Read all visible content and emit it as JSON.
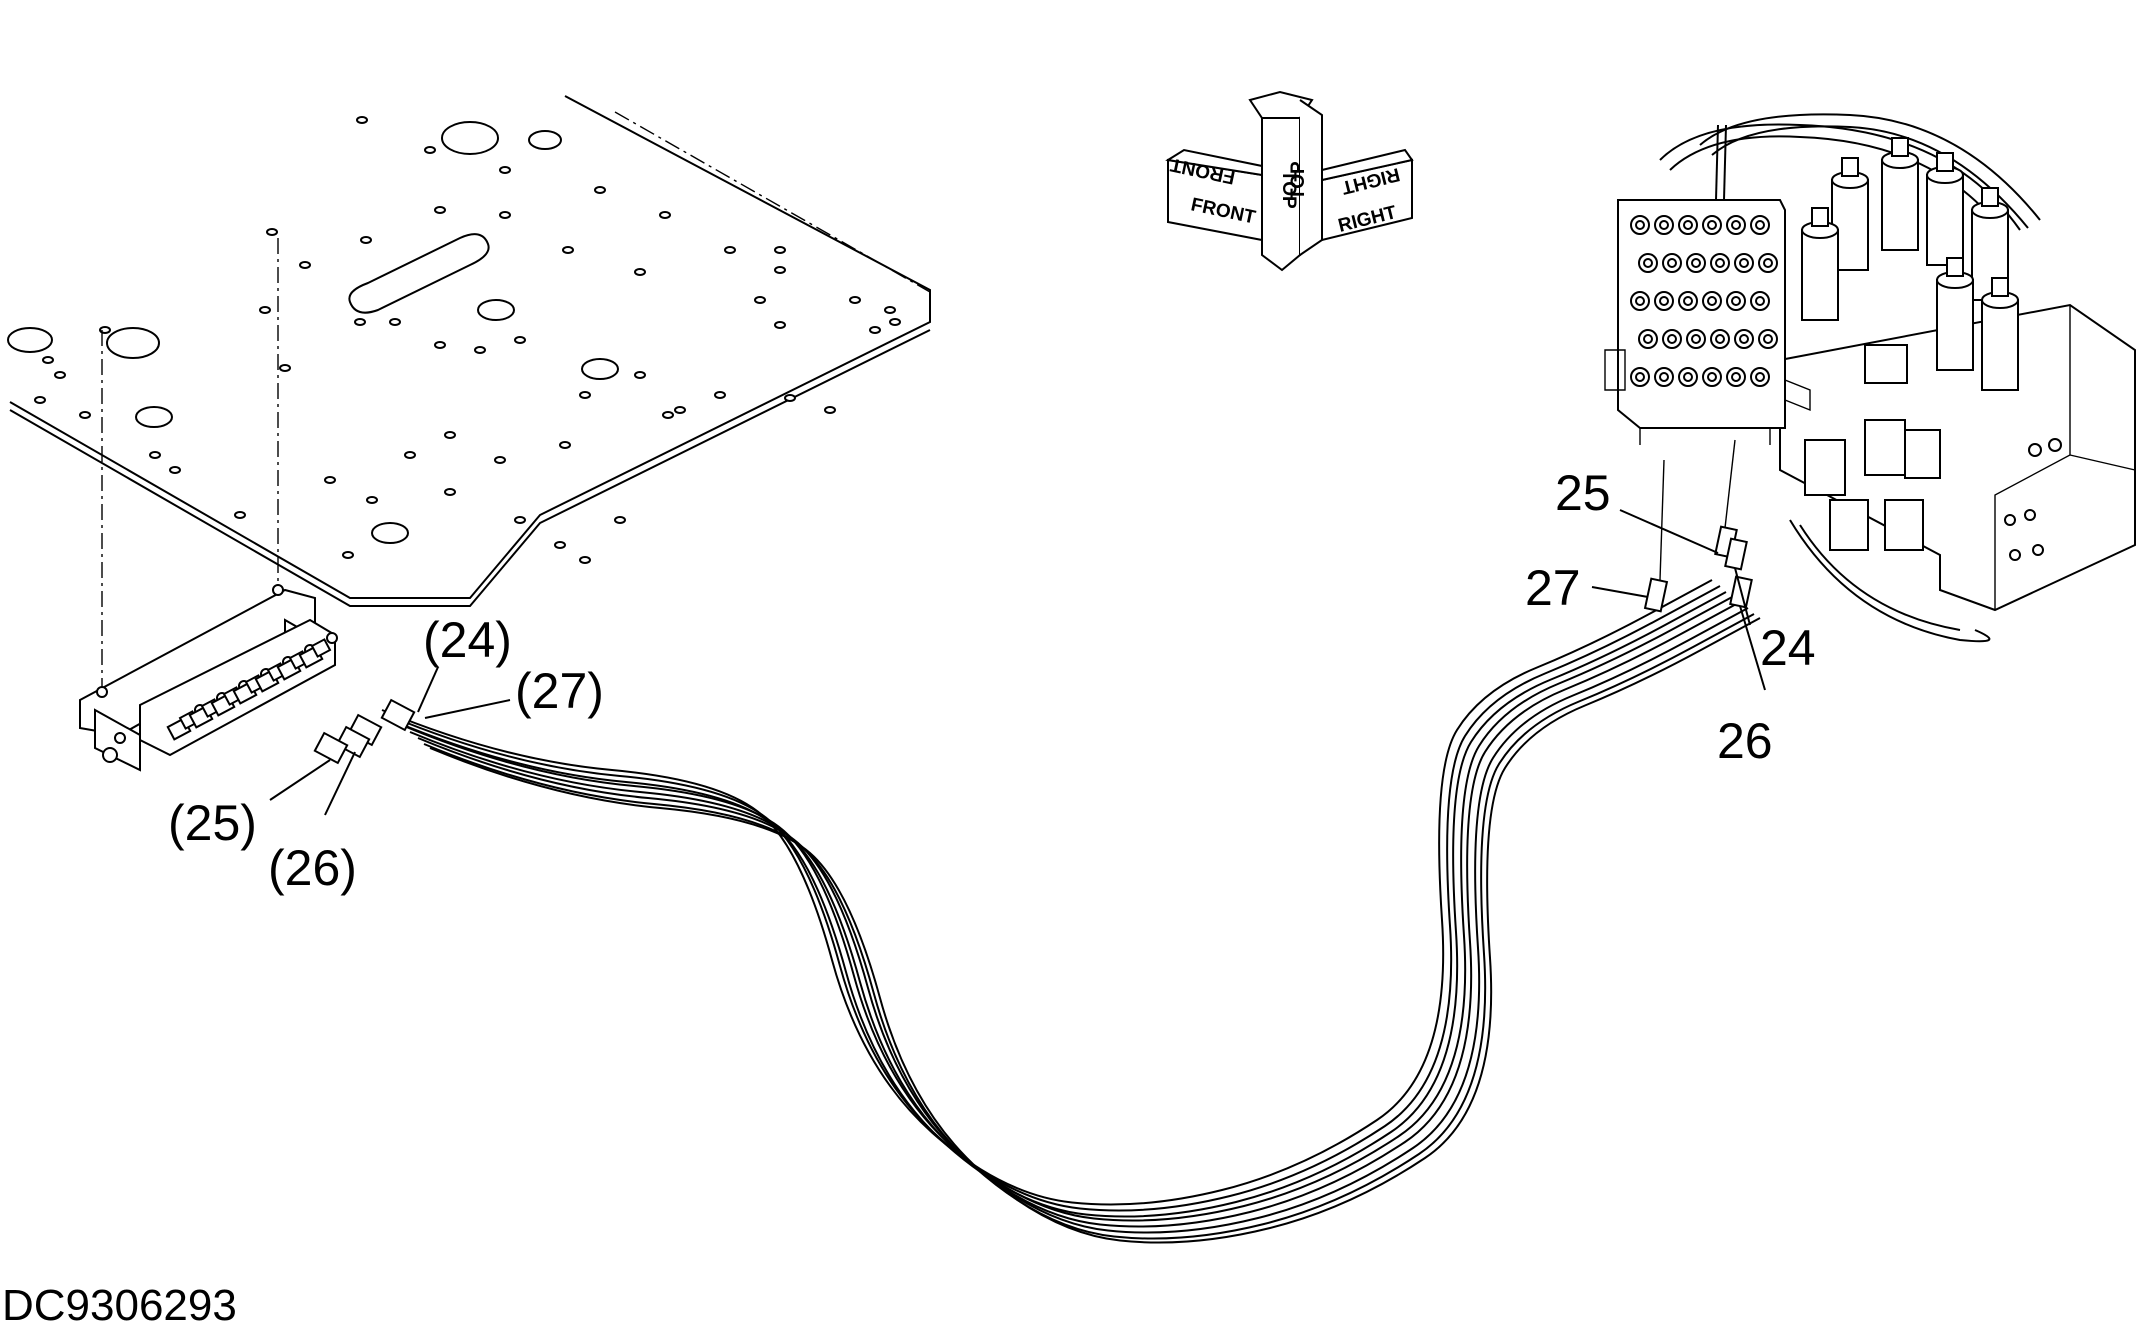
{
  "drawing_id": "DC9306293",
  "orientation_labels": {
    "front": "FRONT",
    "top": "TOP",
    "right": "RIGHT"
  },
  "callouts_left": [
    {
      "id": "24",
      "text": "(24)"
    },
    {
      "id": "27",
      "text": "(27)"
    },
    {
      "id": "25",
      "text": "(25)"
    },
    {
      "id": "26",
      "text": "(26)"
    }
  ],
  "callouts_right": [
    {
      "id": "25",
      "text": "25"
    },
    {
      "id": "27",
      "text": "27"
    },
    {
      "id": "24",
      "text": "24"
    },
    {
      "id": "26",
      "text": "26"
    }
  ]
}
